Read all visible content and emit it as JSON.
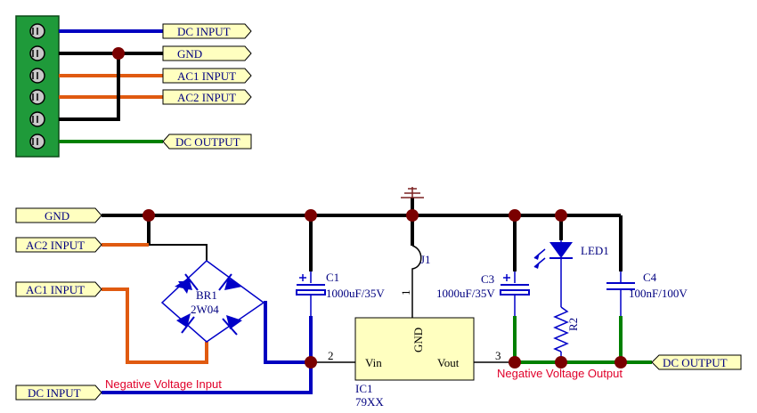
{
  "connector_ports": {
    "dc_input": "DC INPUT",
    "gnd": "GND",
    "ac1_input": "AC1 INPUT",
    "ac2_input": "AC2 INPUT",
    "dc_output": "DC OUTPUT"
  },
  "circuit_ports": {
    "gnd": "GND",
    "ac2_input": "AC2 INPUT",
    "ac1_input": "AC1 INPUT",
    "dc_input": "DC INPUT",
    "dc_output": "DC OUTPUT"
  },
  "components": {
    "br1_ref": "BR1",
    "br1_value": "2W04",
    "c1_ref": "C1",
    "c1_value": "1000uF/35V",
    "c3_ref": "C3",
    "c3_value": "1000uF/35V",
    "c4_ref": "C4",
    "c4_value": "100nF/100V",
    "led1_ref": "LED1",
    "r2_ref": "R2",
    "j1_ref": "J1",
    "ic1_ref": "IC1",
    "ic1_value": "79XX",
    "ic1_pin_vin": "Vin",
    "ic1_pin_vout": "Vout",
    "ic1_pin_gnd": "GND",
    "ic1_pin2": "2",
    "ic1_pin3": "3",
    "j1_pin1": "1"
  },
  "annotations": {
    "neg_input": "Negative Voltage Input",
    "neg_output": "Negative Voltage Output"
  },
  "colors": {
    "dc_wire": "#0000c0",
    "ac_wire": "#e05a10",
    "out_wire": "#008000",
    "gnd_wire": "#000000",
    "junction": "#7a0000",
    "terminal_block": "#1f9a3a",
    "component": "#0000c8"
  }
}
